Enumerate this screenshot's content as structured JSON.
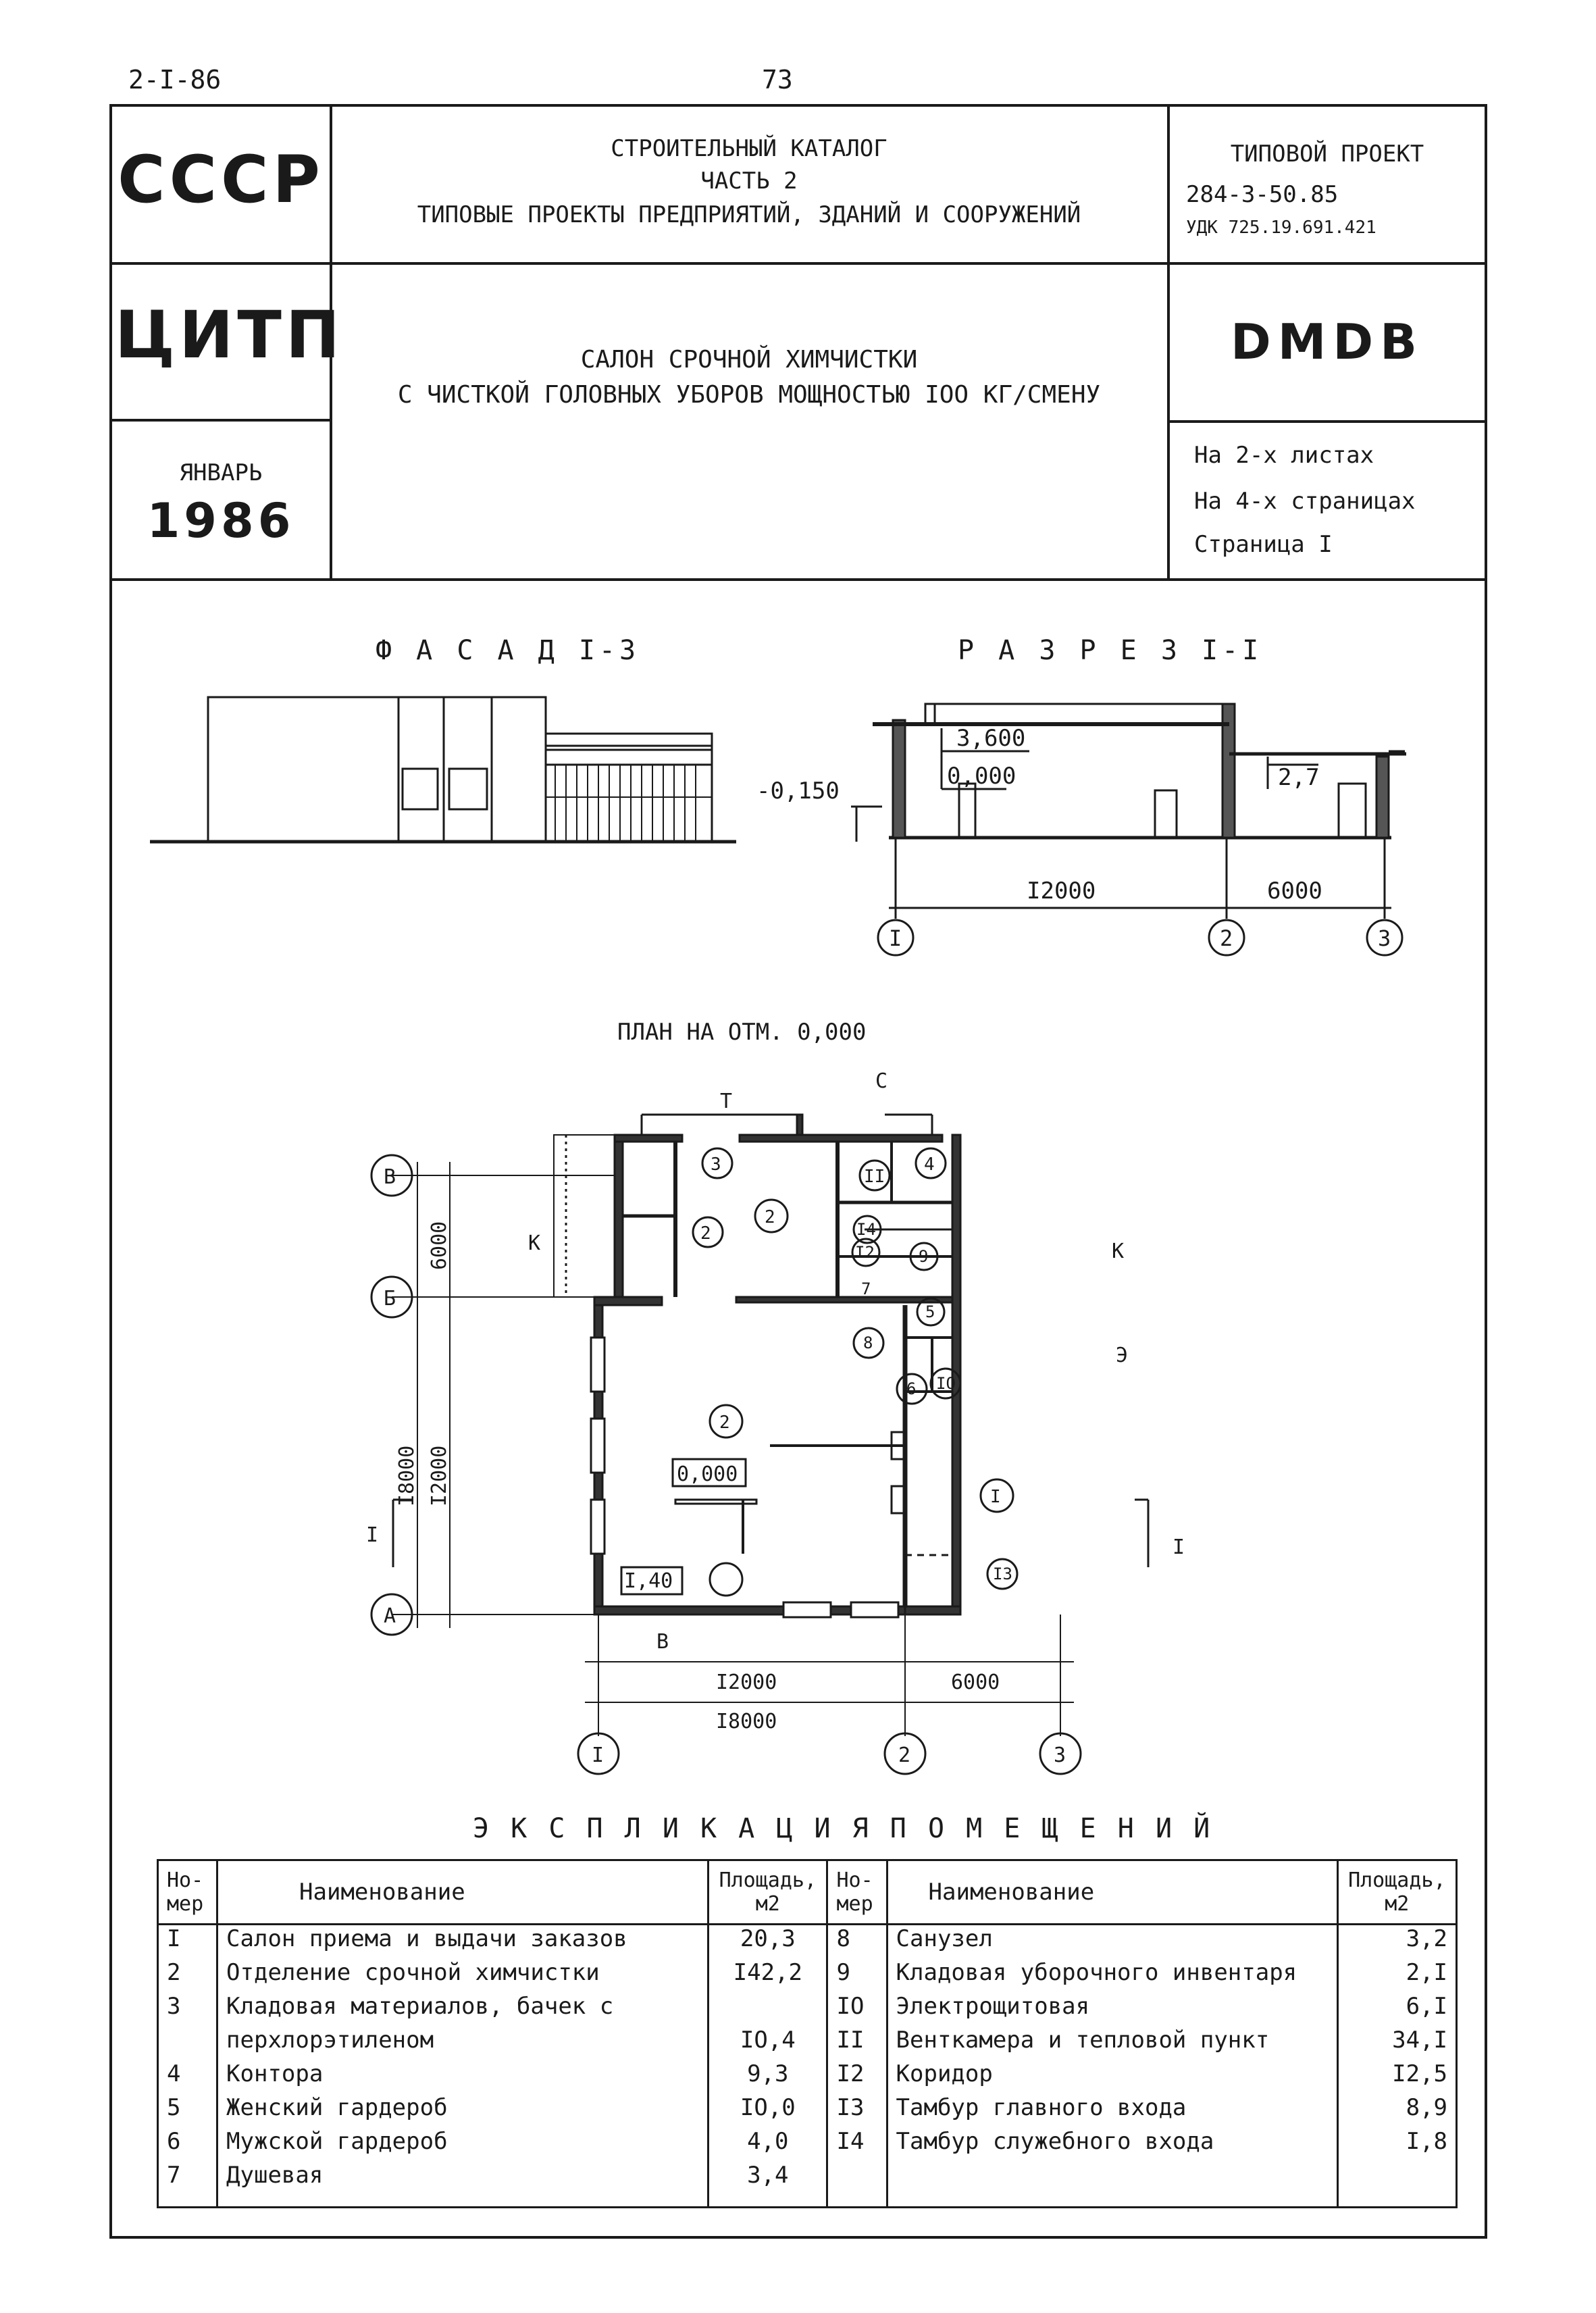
{
  "header": {
    "doc_code": "2-I-86",
    "page_number": "73"
  },
  "title_block": {
    "org1": "СССР",
    "org2": "ЦИТП",
    "month": "ЯНВАРЬ",
    "year": "1986",
    "catalog_line1": "СТРОИТЕЛЬНЫЙ КАТАЛОГ",
    "catalog_line2": "ЧАСТЬ   2",
    "catalog_line3": "ТИПОВЫЕ ПРОЕКТЫ ПРЕДПРИЯТИЙ, ЗДАНИЙ И СООРУЖЕНИЙ",
    "project_label": "ТИПОВОЙ ПРОЕКТ",
    "project_number": "284-3-50.85",
    "udk": "УДК 725.19.691.421",
    "subject_line1": "САЛОН СРОЧНОЙ ХИМЧИСТКИ",
    "subject_line2": "С ЧИСТКОЙ ГОЛОВНЫХ УБОРОВ МОЩНОСТЬЮ IOO КГ/СМЕНУ",
    "code": "DMDB",
    "sheets": "На 2-х листах",
    "pages": "На 4-х страницах",
    "page": "Страница I"
  },
  "drawings": {
    "facade_title": "Ф А С А Д  I-3",
    "section_title": "Р А З Р Е З   I-I",
    "plan_title": "ПЛАН НА ОТМ. 0,000",
    "section": {
      "elev_top": "3,600",
      "elev_zero": "0,000",
      "elev_ground": "-0,150",
      "elev_annex": "2,7",
      "dim_main": "I2000",
      "dim_annex": "6000",
      "axes": [
        "I",
        "2",
        "3"
      ]
    },
    "plan": {
      "row_axes": [
        "В",
        "Б",
        "А"
      ],
      "col_axes": [
        "I",
        "2",
        "3"
      ],
      "dim_6000_v": "6000",
      "dim_12000_v": "I2000",
      "dim_18000_v": "I8000",
      "dim_12000_h": "I2000",
      "dim_6000_h": "6000",
      "dim_18000_h": "I8000",
      "elev_zero": "0,000",
      "elev_step": "I,40",
      "entries": [
        "Т",
        "С",
        "К",
        "К",
        "Э",
        "В"
      ],
      "section_mark": "I",
      "rooms": [
        "2",
        "2",
        "3",
        "2",
        "II",
        "I4",
        "4",
        "I2",
        "8",
        "9",
        "5",
        "7",
        "6",
        "IO",
        "I",
        "I3"
      ]
    }
  },
  "explication": {
    "title": "Э К С П Л И К А Ц И Я   П О М Е Щ Е Н И Й",
    "col_num": "Но-\nмер",
    "col_name": "Наименование",
    "col_area": "Площадь,\nм2",
    "left_rows": [
      {
        "num": "I",
        "name": "Салон приема и выдачи заказов",
        "area": "20,3"
      },
      {
        "num": "2",
        "name": "Отделение срочной химчистки",
        "area": "I42,2"
      },
      {
        "num": "3",
        "name": "Кладовая материалов, бачек с",
        "area": ""
      },
      {
        "num": "",
        "name": "перхлорэтиленом",
        "area": "IO,4"
      },
      {
        "num": "4",
        "name": "Контора",
        "area": "9,3"
      },
      {
        "num": "5",
        "name": "Женский гардероб",
        "area": "IO,0"
      },
      {
        "num": "6",
        "name": "Мужской гардероб",
        "area": "4,0"
      },
      {
        "num": "7",
        "name": "Душевая",
        "area": "3,4"
      }
    ],
    "right_rows": [
      {
        "num": "8",
        "name": "Санузел",
        "area": "3,2"
      },
      {
        "num": "9",
        "name": "Кладовая уборочного инвентаря",
        "area": "2,I"
      },
      {
        "num": "IO",
        "name": "Электрощитовая",
        "area": "6,I"
      },
      {
        "num": "II",
        "name": "Венткамера и тепловой пункт",
        "area": "34,I"
      },
      {
        "num": "I2",
        "name": "Коридор",
        "area": "I2,5"
      },
      {
        "num": "I3",
        "name": "Тамбур главного входа",
        "area": "8,9"
      },
      {
        "num": "I4",
        "name": "Тамбур служебного входа",
        "area": "I,8"
      },
      {
        "num": "",
        "name": "",
        "area": ""
      }
    ]
  }
}
